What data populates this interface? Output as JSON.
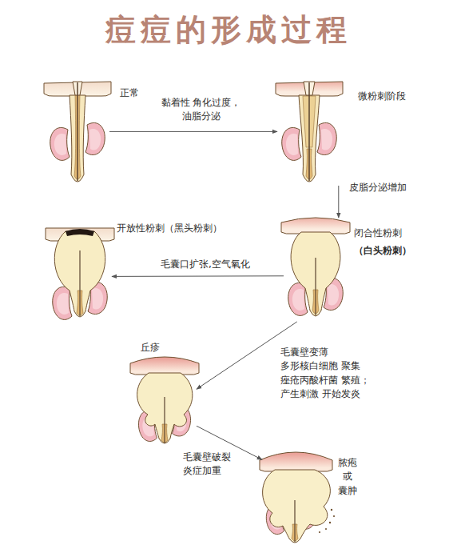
{
  "diagram": {
    "title": "痘痘的形成过程",
    "nodes": [
      {
        "text": [
          "正常"
        ]
      },
      {
        "text": [
          "微粉刺阶段"
        ]
      },
      {
        "text": [
          "开放性粉刺（黑头粉刺）"
        ]
      },
      {
        "text": [
          "闭合性粉刺",
          "（白头粉刺）"
        ]
      },
      {
        "text": [
          "丘疹"
        ]
      },
      {
        "text": [
          "脓疱 或 囊肿"
        ]
      }
    ],
    "edges": [
      {
        "from": 0,
        "to": 1,
        "arrow": "to",
        "label": "黏着性 角化过度，油脂分泌"
      },
      {
        "from": 1,
        "to": 3,
        "arrow": "to",
        "label": "皮脂分泌增加"
      },
      {
        "from": 3,
        "to": 2,
        "arrow": "to",
        "label": "毛囊口扩张,空气氧化"
      },
      {
        "from": 3,
        "to": 4,
        "arrow": "to",
        "label": "毛囊壁变薄 多形核白细胞 聚集 痤疮丙酸杆菌 繁殖； 产生刺激 开始发炎"
      },
      {
        "from": 4,
        "to": 5,
        "arrow": "to",
        "label": "毛囊壁破裂 炎症加重"
      }
    ]
  }
}
